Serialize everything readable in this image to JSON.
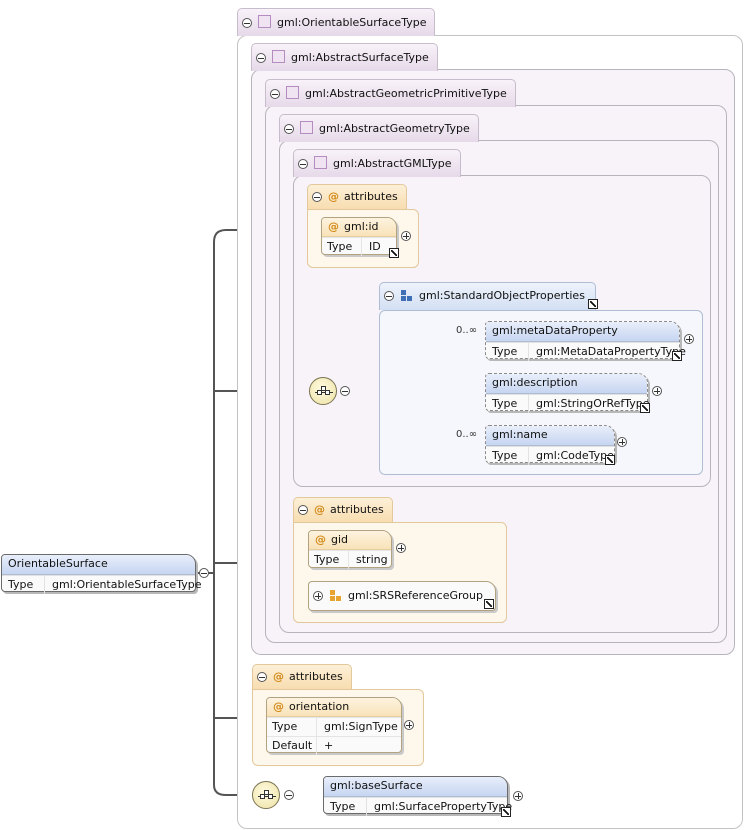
{
  "root": {
    "name": "OrientableSurface",
    "type_key": "Type",
    "type_value": "gml:OrientableSurfaceType"
  },
  "types": {
    "orientable": "gml:OrientableSurfaceType",
    "abstract_surface": "gml:AbstractSurfaceType",
    "abstract_primitive": "gml:AbstractGeometricPrimitiveType",
    "abstract_geometry": "gml:AbstractGeometryType",
    "abstract_gml": "gml:AbstractGMLType"
  },
  "attributes_label": "attributes",
  "attr_id": {
    "name": "gml:id",
    "type_key": "Type",
    "type_value": "ID"
  },
  "group_std": {
    "name": "gml:StandardObjectProperties"
  },
  "meta": {
    "name": "gml:metaDataProperty",
    "type_key": "Type",
    "type_value": "gml:MetaDataPropertyType",
    "occurs": "0..∞"
  },
  "desc": {
    "name": "gml:description",
    "type_key": "Type",
    "type_value": "gml:StringOrRefType"
  },
  "gname": {
    "name": "gml:name",
    "type_key": "Type",
    "type_value": "gml:CodeType",
    "occurs": "0..∞"
  },
  "attr_gid": {
    "name": "gid",
    "type_key": "Type",
    "type_value": "string"
  },
  "group_srs": {
    "name": "gml:SRSReferenceGroup"
  },
  "attr_orientation": {
    "name": "orientation",
    "type_key": "Type",
    "type_value": "gml:SignType",
    "default_key": "Default",
    "default_value": "+"
  },
  "base": {
    "name": "gml:baseSurface",
    "type_key": "Type",
    "type_value": "gml:SurfacePropertyType"
  }
}
